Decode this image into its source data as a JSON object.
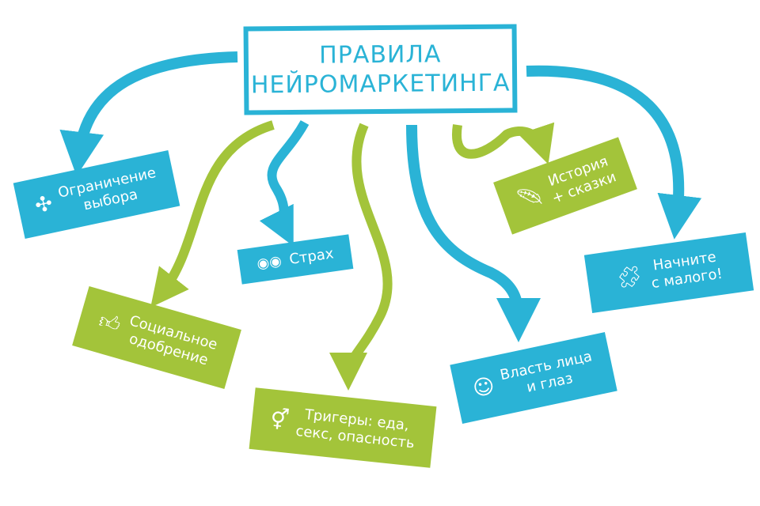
{
  "title": {
    "line1": "ПРАВИЛА",
    "line2": "НЕЙРОМАРКЕТИНГА"
  },
  "colors": {
    "blue": "#2ab3d6",
    "green": "#a3c43a"
  },
  "nodes": [
    {
      "id": "choice",
      "line1": "Ограничение",
      "line2": "выбора",
      "icon": "cross-icon",
      "color": "blue"
    },
    {
      "id": "social",
      "line1": "Социальное",
      "line2": "одобрение",
      "icon": "thumbs-up-icon",
      "color": "green"
    },
    {
      "id": "fear",
      "line1": "Страх",
      "icon": "scared-eyes-icon",
      "color": "blue"
    },
    {
      "id": "triggers",
      "line1": "Тригеры: еда,",
      "line2": "секс, опасность",
      "icon": "gender-icon",
      "color": "green"
    },
    {
      "id": "story",
      "line1": "История",
      "line2": "+ сказки",
      "icon": "feather-icon",
      "color": "green"
    },
    {
      "id": "face",
      "line1": "Власть лица",
      "line2": "и глаз",
      "icon": "smiley-icon",
      "color": "blue"
    },
    {
      "id": "small",
      "line1": "Начните",
      "line2": "с малого!",
      "icon": "puzzle-icon",
      "color": "blue"
    }
  ]
}
